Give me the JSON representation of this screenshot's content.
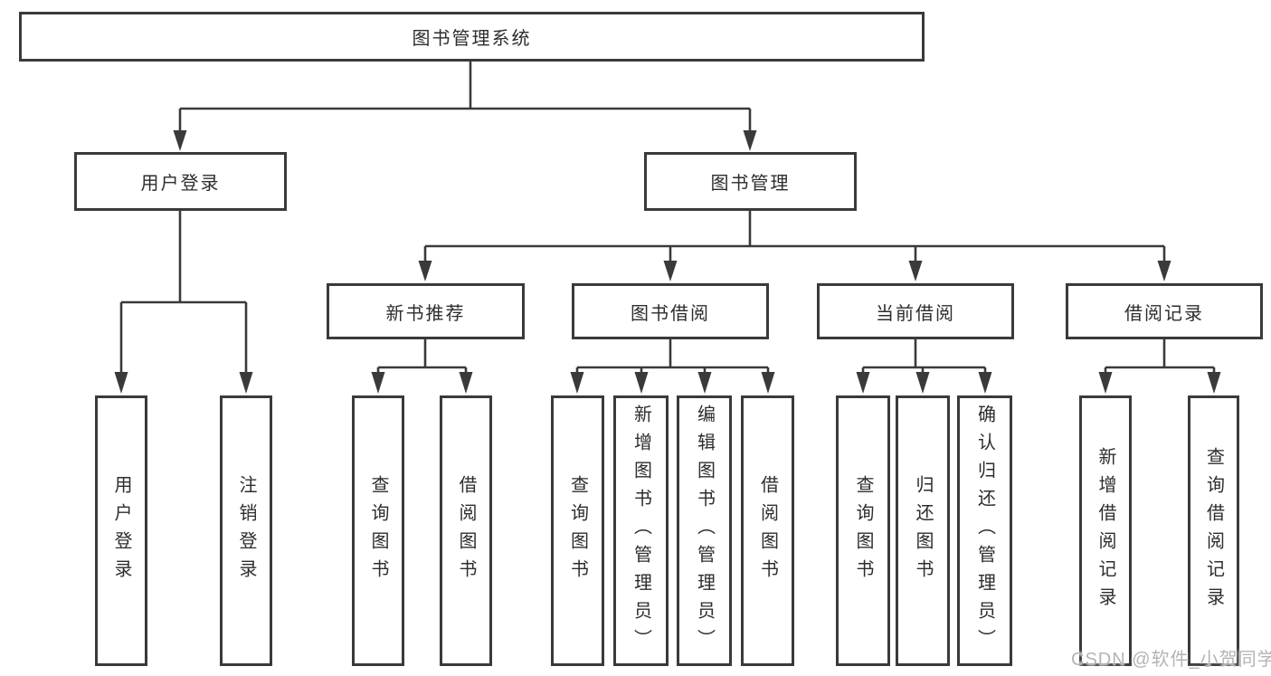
{
  "diagram": {
    "root": {
      "label": "图书管理系统"
    },
    "branches": [
      {
        "label": "用户登录",
        "children": [
          {
            "label": "用户登录"
          },
          {
            "label": "注销登录"
          }
        ]
      },
      {
        "label": "图书管理",
        "children": [
          {
            "label": "新书推荐",
            "children": [
              {
                "label": "查询图书"
              },
              {
                "label": "借阅图书"
              }
            ]
          },
          {
            "label": "图书借阅",
            "children": [
              {
                "label": "查询图书"
              },
              {
                "label": "新增图书（管理员）"
              },
              {
                "label": "编辑图书（管理员）"
              },
              {
                "label": "借阅图书"
              }
            ]
          },
          {
            "label": "当前借阅",
            "children": [
              {
                "label": "查询图书"
              },
              {
                "label": "归还图书"
              },
              {
                "label": "确认归还（管理员）"
              }
            ]
          },
          {
            "label": "借阅记录",
            "children": [
              {
                "label": "新增借阅记录"
              },
              {
                "label": "查询借阅记录"
              }
            ]
          }
        ]
      }
    ]
  },
  "watermark": {
    "text": "CSDN @软件_小贺同学"
  },
  "colors": {
    "line": "#3a3a3a",
    "text": "#2d2d2d",
    "box_background": "#ffffff",
    "watermark": "#b4b4b4",
    "background": "#ffffff"
  }
}
